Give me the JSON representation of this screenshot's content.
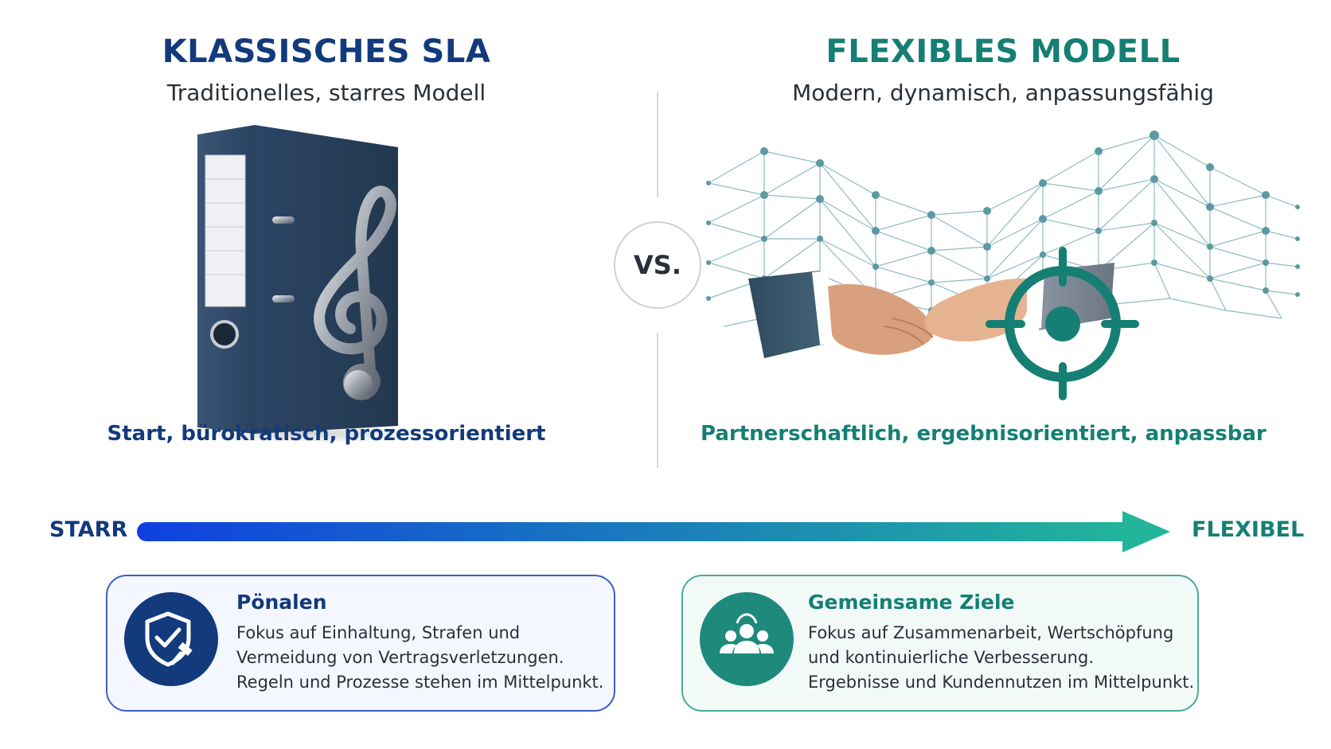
{
  "left": {
    "title": "KLASSISCHES SLA",
    "subtitle": "Traditionelles, starres Modell",
    "tagline": "Start, bürokratisch, prozessorientiert",
    "image_icons": [
      "binder-icon",
      "treble-clef-icon"
    ]
  },
  "vs_label": "VS.",
  "right": {
    "title": "FLEXIBLES MODELL",
    "subtitle": "Modern, dynamisch, anpassungsfähig",
    "tagline": "Partnerschaftlich, ergebnisorientiert, anpassbar",
    "image_icons": [
      "network-mesh-icon",
      "handshake-icon",
      "target-icon"
    ]
  },
  "scale": {
    "left_label": "STARR",
    "right_label": "FLEXIBEL"
  },
  "cards": [
    {
      "icon": "shield-gavel-icon",
      "title": "Pönalen",
      "lines": [
        "Fokus auf Einhaltung, Strafen und",
        "Vermeidung von Vertragsverletzungen.",
        "Regeln und Prozesse stehen im Mittelpunkt."
      ]
    },
    {
      "icon": "team-icon",
      "title": "Gemeinsame Ziele",
      "lines": [
        "Fokus auf Zusammenarbeit, Wertschöpfung",
        "und kontinuierliche Verbesserung.",
        "Ergebnisse und Kundennutzen im Mittelpunkt."
      ]
    }
  ],
  "colors": {
    "navy": "#123a7c",
    "teal": "#157f74",
    "arrow_start": "#1040e0",
    "arrow_end": "#22b59a"
  }
}
